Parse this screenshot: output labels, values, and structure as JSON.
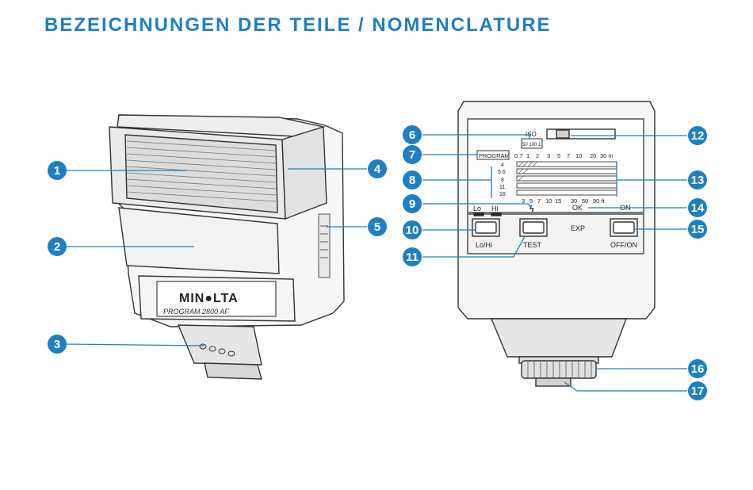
{
  "title": "BEZEICHNUNGEN DER TEILE / NOMENCLATURE",
  "accent_color": "#1f7fc1",
  "front_flash": {
    "brand": "MIN●LTA",
    "model": "PROGRAM 2800 AF"
  },
  "back_panel": {
    "iso_label": "ISO",
    "iso_values": "50 100 1",
    "program_label": "PROGRAM",
    "meter_scale": [
      "0.7",
      "1",
      "2",
      "3",
      "5",
      "7",
      "10",
      "20",
      "30 m"
    ],
    "aperture_values": [
      "4",
      "5.6",
      "8",
      "11",
      "16"
    ],
    "feet_scale": [
      "3",
      "5",
      "7",
      "10",
      "15",
      "30",
      "50",
      "90 ft"
    ],
    "flash_symbol": "ϟ",
    "lo_label": "Lo",
    "hi_label": "Hi",
    "ok_label": "OK",
    "on_label": "ON",
    "exp_label": "EXP",
    "lohi_button_label": "Lo/Hi",
    "test_button_label": "TEST",
    "offon_button_label": "OFF/ON"
  },
  "callouts": [
    "1",
    "2",
    "3",
    "4",
    "5",
    "6",
    "7",
    "8",
    "9",
    "10",
    "11",
    "12",
    "13",
    "14",
    "15",
    "16",
    "17"
  ]
}
